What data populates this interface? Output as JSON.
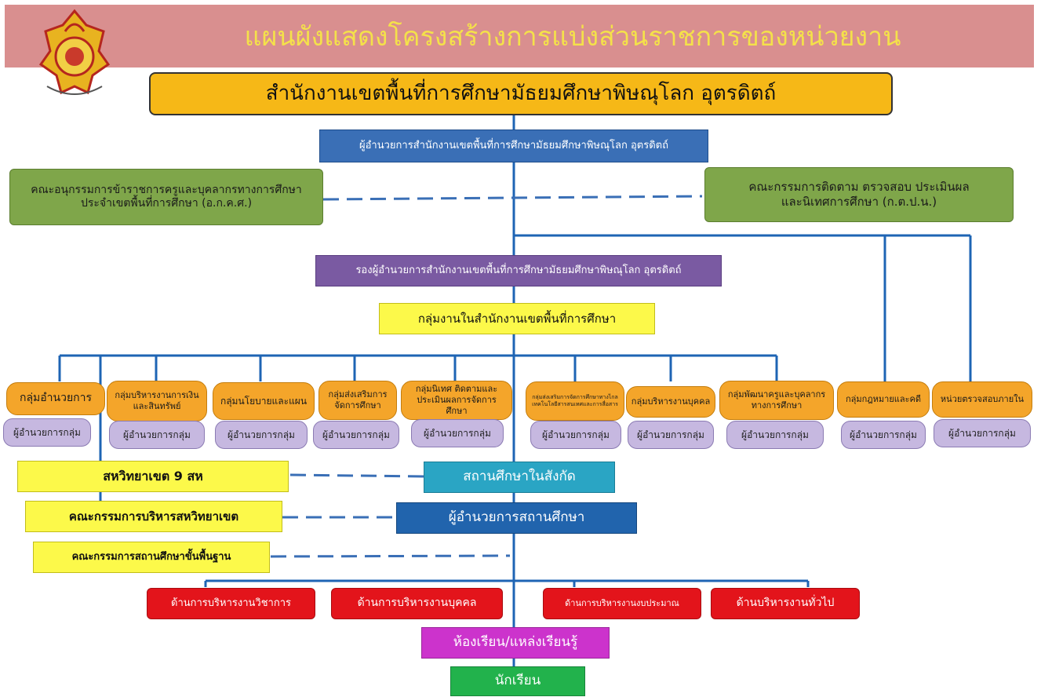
{
  "title": "แผนผังแสดงโครงสร้างการแบ่งส่วนราชการของหน่วยงาน",
  "org": "สำนักงานเขตพื้นที่การศึกษามัธยมศึกษาพิษณุโลก อุตรดิตถ์",
  "director": "ผู้อำนวยการสำนักงานเขตพื้นที่การศึกษามัธยมศึกษาพิษณุโลก อุตรดิตถ์",
  "committee_left": [
    "คณะอนุกรรมการข้าราชการครูและบุคลากรทางการศึกษา",
    "ประจำเขตพื้นที่การศึกษา (อ.ก.ค.ศ.)"
  ],
  "committee_right": [
    "คณะกรรมการติดตาม ตรวจสอบ ประเมินผล",
    "และนิเทศการศึกษา (ก.ต.ป.น.)"
  ],
  "deputy": "รองผู้อำนวยการสำนักงานเขตพื้นที่การศึกษามัธยมศึกษาพิษณุโลก อุตรดิตถ์",
  "groups_header": "กลุ่มงานในสำนักงานเขตพื้นที่การศึกษา",
  "group_head_label": "ผู้อำนวยการกลุ่ม",
  "groups": [
    {
      "name": "กลุ่มอำนวยการ"
    },
    {
      "name": "กลุ่มบริหารงานการเงินและสินทรัพย์"
    },
    {
      "name": "กลุ่มนโยบายและแผน"
    },
    {
      "name": "กลุ่มส่งเสริมการจัดการศึกษา"
    },
    {
      "name": "กลุ่มนิเทศ ติดตามและประเมินผลการจัดการศึกษา"
    },
    {
      "name": "กลุ่มส่งเสริมการจัดการศึกษาทางไกลเทคโนโลยีสารสนเทศและการสื่อสาร"
    },
    {
      "name": "กลุ่มบริหารงานบุคคล"
    },
    {
      "name": "กลุ่มพัฒนาครูและบุคลากรทางการศึกษา"
    },
    {
      "name": "กลุ่มกฎหมายและคดี"
    },
    {
      "name": "หน่วยตรวจสอบภายใน"
    }
  ],
  "left_boxes": [
    "สหวิทยาเขต 9 สห",
    "คณะกรรมการบริหารสหวิทยาเขต",
    "คณะกรรมการสถานศึกษาขั้นพื้นฐาน"
  ],
  "schools": "สถานศึกษาในสังกัด",
  "school_director": "ผู้อำนวยการสถานศึกษา",
  "admin_areas": [
    "ด้านการบริหารงานวิชาการ",
    "ด้านการบริหารงานบุคคล",
    "ด้านการบริหารงานงบประมาณ",
    "ด้านบริหารงานทั่วไป"
  ],
  "classroom": "ห้องเรียน/แหล่งเรียนรู้",
  "students": "นักเรียน",
  "colors": {
    "banner": "#d98f8f",
    "banner_text": "#f4e14a",
    "org_box": "#f6b817",
    "director": "#3a6fb6",
    "committee": "#7fa64a",
    "deputy": "#7a5aa2",
    "highlight": "#fcf94a",
    "group": "#f4a52a",
    "group_head": "#c6b8e0",
    "schools": "#2aa5c4",
    "school_director": "#2164ad",
    "admin": "#e3141b",
    "classroom": "#cc33cc",
    "students": "#22b24c",
    "line": "#1e64b4"
  }
}
